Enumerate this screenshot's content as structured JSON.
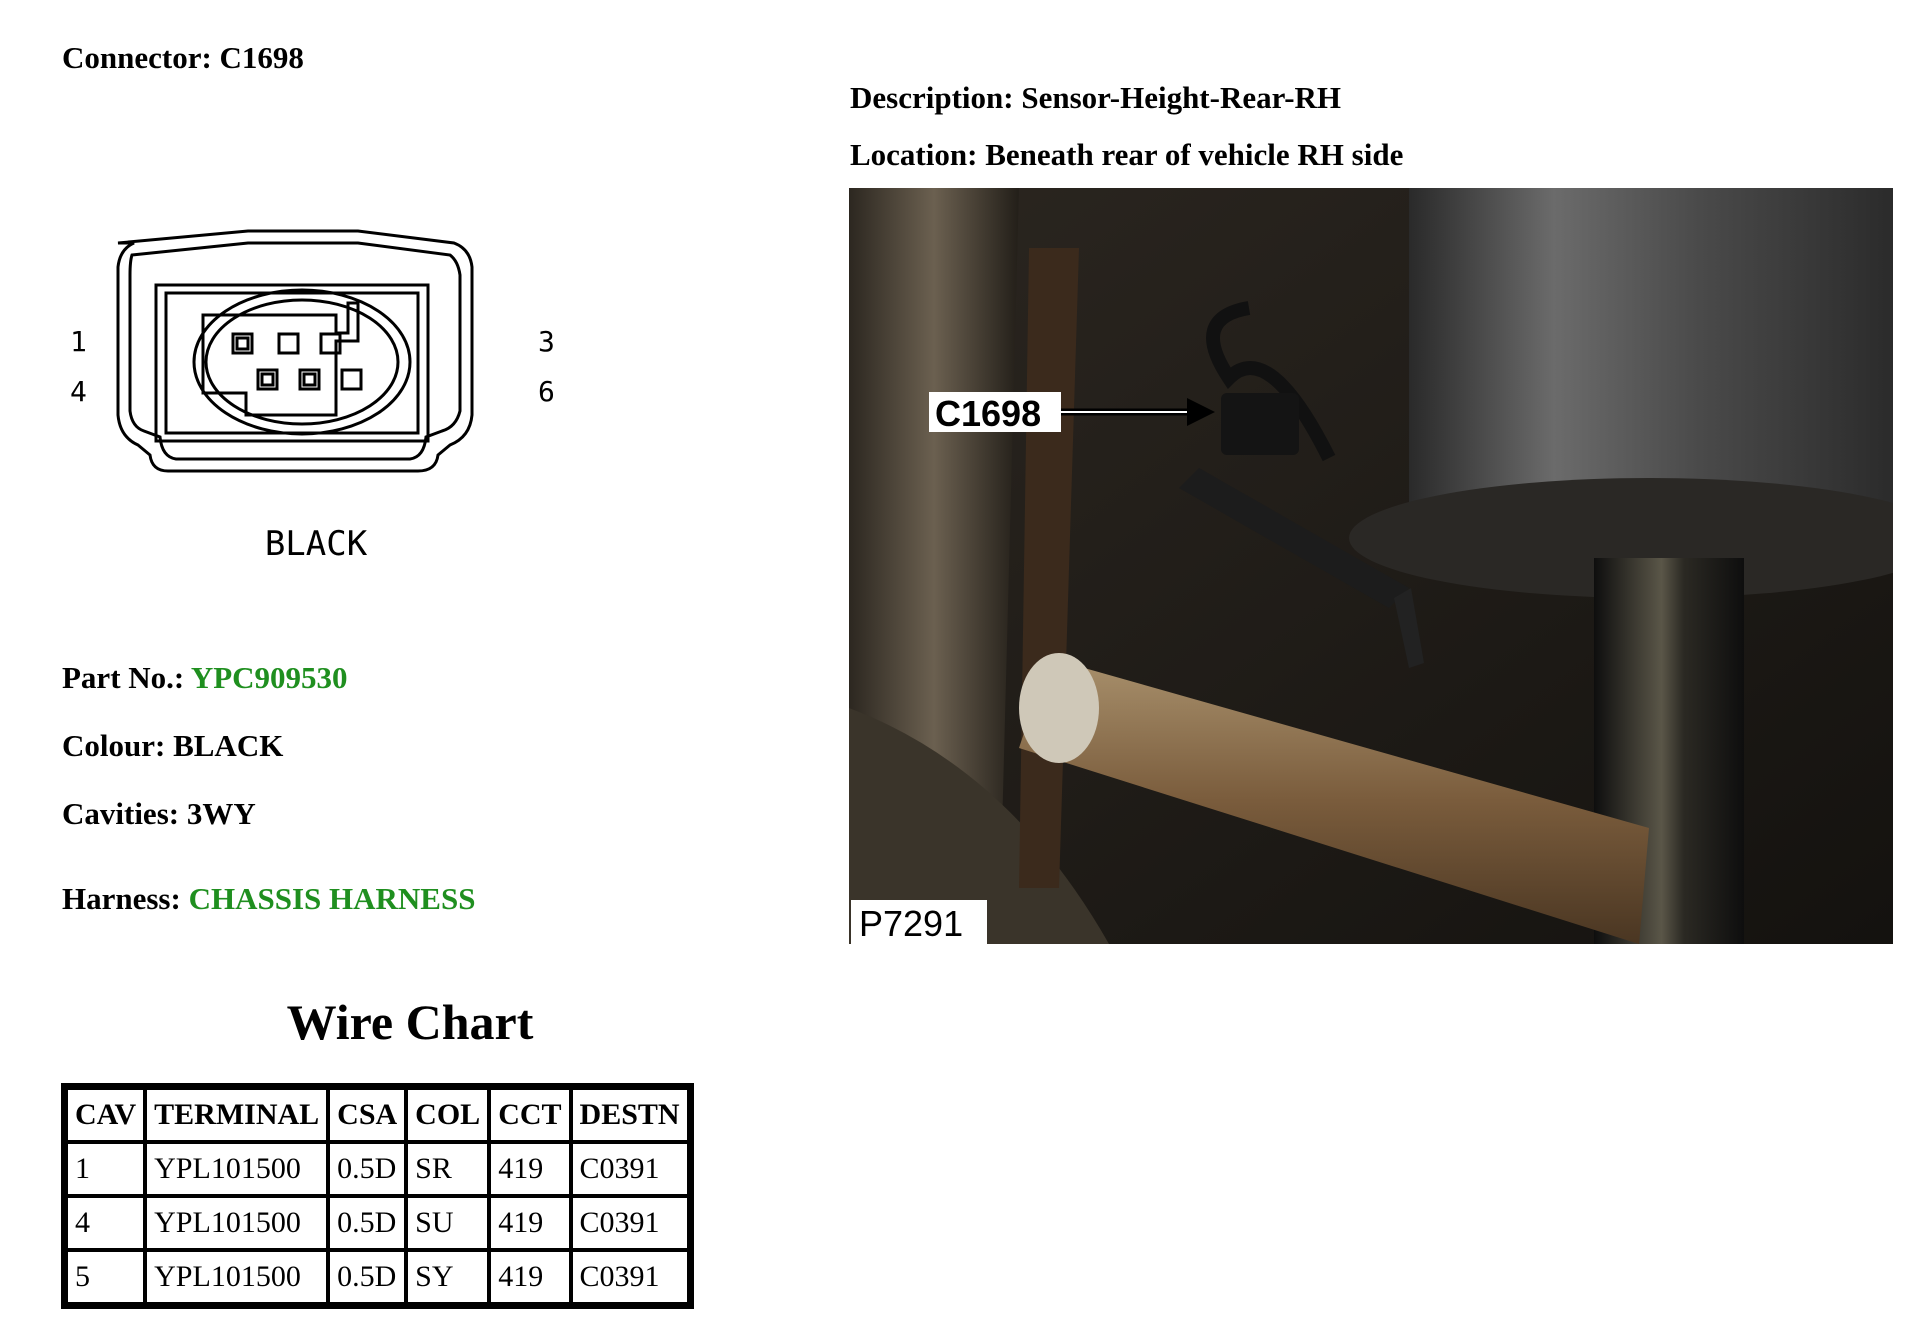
{
  "connector": {
    "label": "Connector:",
    "value": "C1698"
  },
  "description": {
    "label": "Description:",
    "value": "Sensor-Height-Rear-RH"
  },
  "location": {
    "label": "Location:",
    "value": "Beneath rear of vehicle RH side"
  },
  "diagram": {
    "pin_labels": {
      "left_top": "1",
      "left_bottom": "4",
      "right_top": "3",
      "right_bottom": "6"
    },
    "colour_caption": "BLACK",
    "stroke_color": "#000000"
  },
  "photo": {
    "callout": "C1698",
    "reference": "P7291"
  },
  "part_no": {
    "label": "Part No.:",
    "value": "YPC909530"
  },
  "colour": {
    "label": "Colour:",
    "value": "BLACK"
  },
  "cavities": {
    "label": "Cavities:",
    "value": "3WY"
  },
  "harness": {
    "label": "Harness:",
    "value": "CHASSIS HARNESS"
  },
  "link_color": "#1f8f1f",
  "wire_chart": {
    "title": "Wire Chart",
    "headers": [
      "CAV",
      "TERMINAL",
      "CSA",
      "COL",
      "CCT",
      "DESTN"
    ],
    "rows": [
      [
        "1",
        "YPL101500",
        "0.5D",
        "SR",
        "419",
        "C0391"
      ],
      [
        "4",
        "YPL101500",
        "0.5D",
        "SU",
        "419",
        "C0391"
      ],
      [
        "5",
        "YPL101500",
        "0.5D",
        "SY",
        "419",
        "C0391"
      ]
    ]
  }
}
